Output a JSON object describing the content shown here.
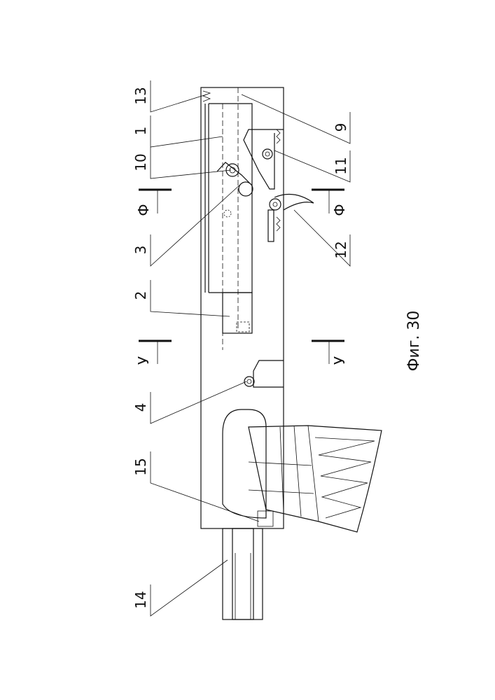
{
  "figure": {
    "caption": "Фиг. 30",
    "labels_top": [
      "13",
      "1",
      "10",
      "3",
      "2",
      "4",
      "15",
      "14"
    ],
    "labels_bottom": [
      "9",
      "11",
      "12"
    ],
    "section_marks": {
      "phi": "Ф",
      "u": "У"
    }
  }
}
